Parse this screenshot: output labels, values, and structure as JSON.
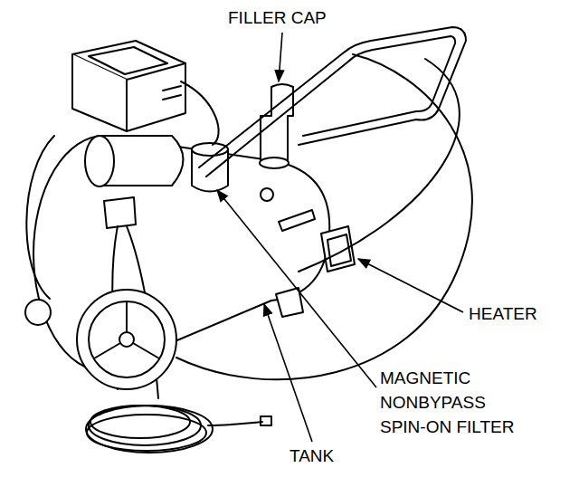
{
  "diagram": {
    "labels": [
      "FILLER CAP",
      "HEATER",
      "MAGNETIC NONBYPASS SPIN-ON FILTER",
      "TANK"
    ]
  }
}
